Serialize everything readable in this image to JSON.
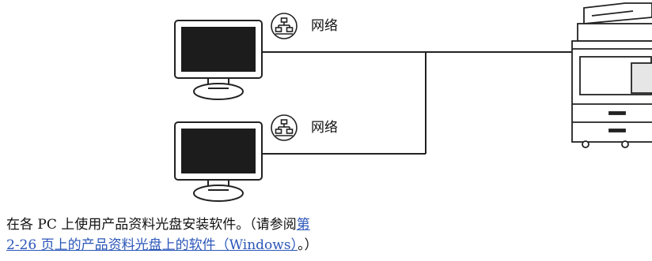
{
  "network_labels": [
    "网络",
    "网络"
  ],
  "caption": {
    "text": "在各 PC 上使用产品资料光盘安装软件。（请参阅",
    "link_line1": "第",
    "link_line2": "2-26 页上的产品资料光盘上的软件（Windows）",
    "suffix": "。）"
  },
  "icons": [
    "computer-monitor-icon",
    "network-icon",
    "printer-icon"
  ],
  "colors": {
    "link": "#2b56b8",
    "line": "#222222",
    "screen": "#1c1c1c",
    "device_fill": "#ffffff"
  }
}
